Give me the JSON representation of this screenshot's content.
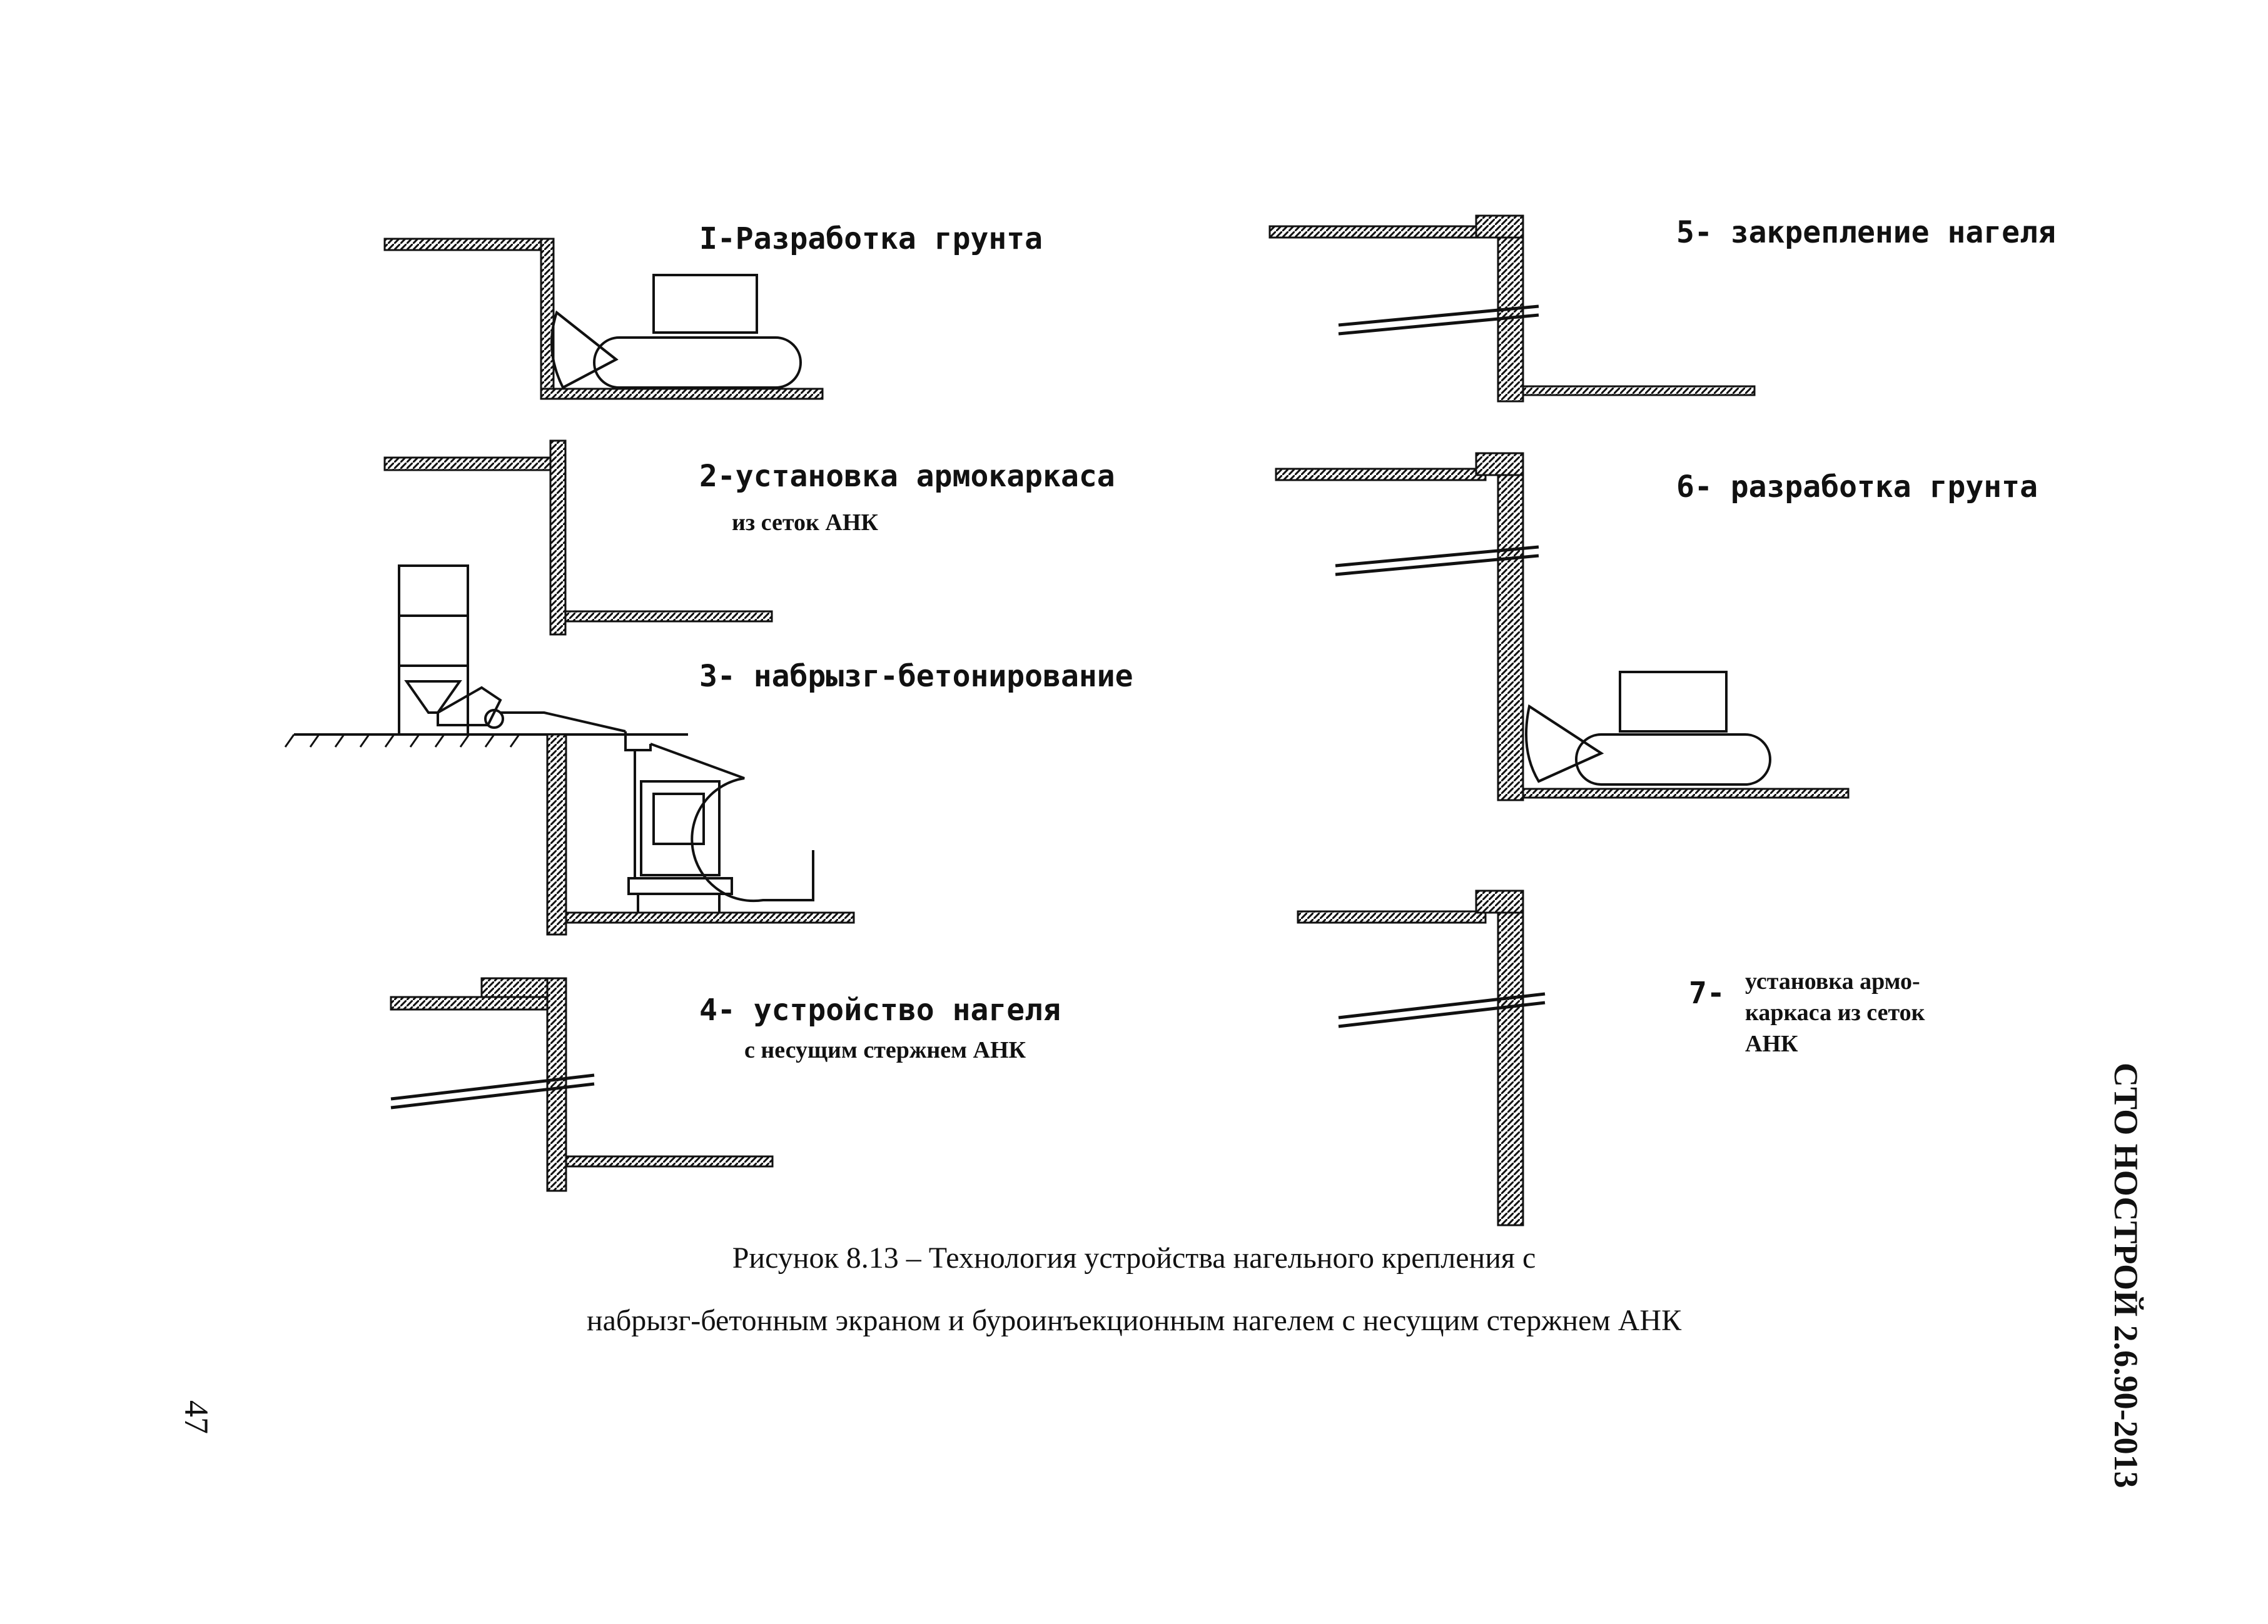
{
  "steps": [
    {
      "label": "I-Разработка грунта"
    },
    {
      "label": "2-установка армокаркаса",
      "sub": "из сеток АНК"
    },
    {
      "label": "3- набрызг-бетонирование"
    },
    {
      "label": "4- устройство нагеля",
      "sub": "с несущим стержнем АНК"
    },
    {
      "label": "5- закрепление нагеля"
    },
    {
      "label": "6- разработка грунта"
    },
    {
      "num": "7-",
      "lines": [
        "установка армо-",
        "каркаса из сеток",
        "АНК"
      ]
    }
  ],
  "caption": {
    "line1": "Рисунок 8.13 – Технология устройства нагельного крепления с",
    "line2": "набрызг-бетонным экраном и буроинъекционным нагелем с несущим стержнем АНК"
  },
  "side_label": "СТО НОСТРОЙ 2.6.90-2013",
  "page_number": "47"
}
